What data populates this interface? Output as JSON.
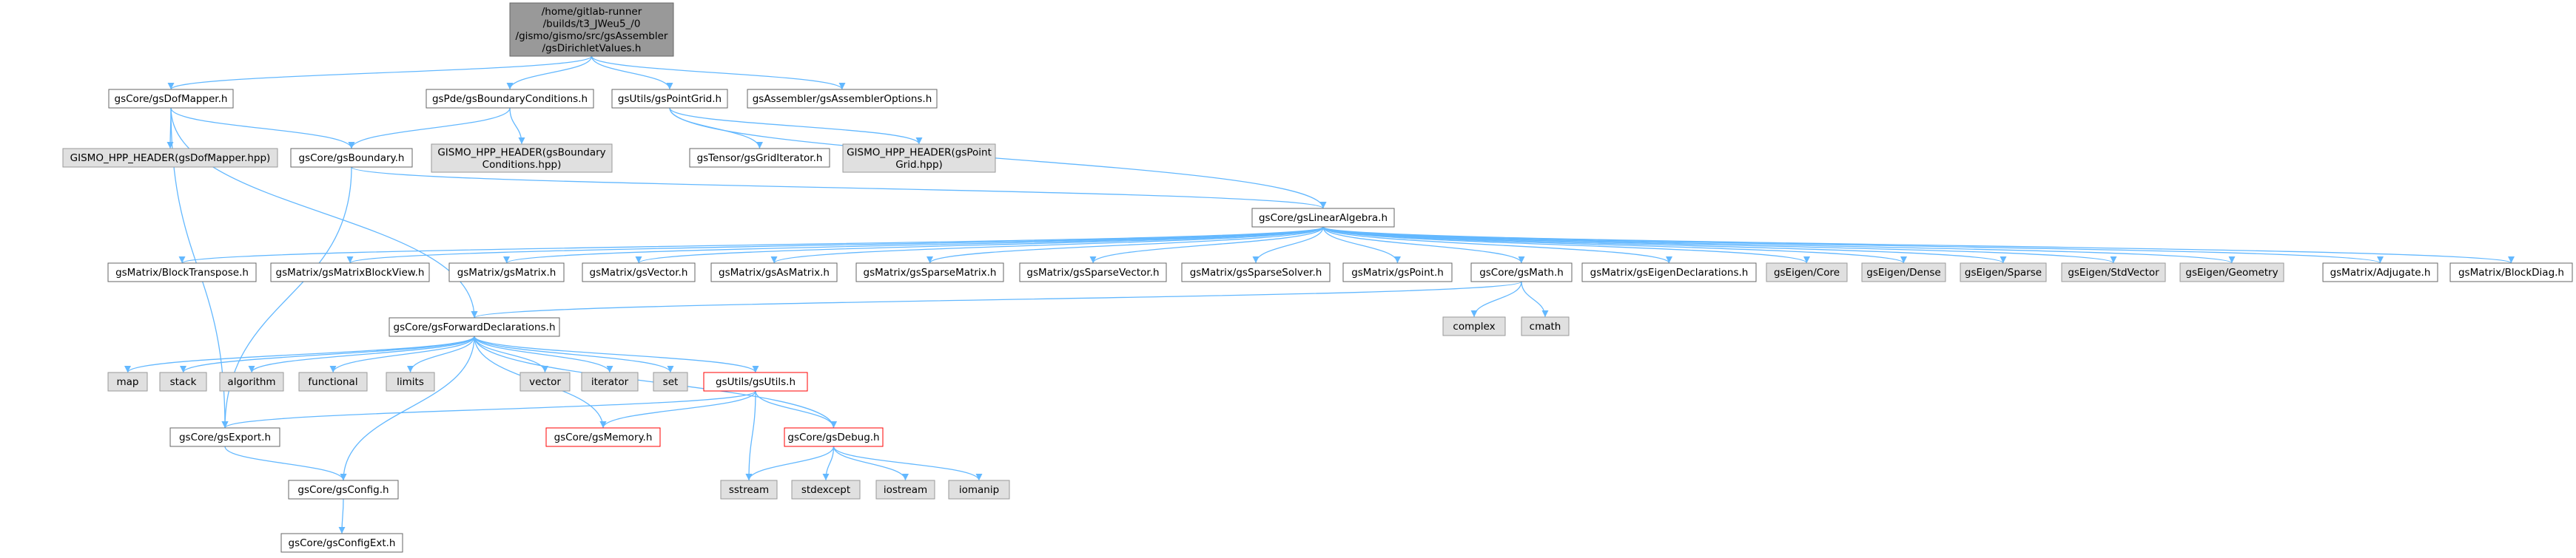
{
  "colors": {
    "edge": "#63b8ff",
    "box_border": "#666666",
    "root_fill": "#999999",
    "root_border": "#666666",
    "external_fill": "#e0e0e0",
    "external_border": "#999999",
    "red_border": "#ff0000",
    "normal_fill": "#ffffff"
  },
  "nodes": [
    {
      "id": "root",
      "lines": [
        "/home/gitlab-runner",
        "/builds/t3_JWeu5_/0",
        "/gismo/gismo/src/gsAssembler",
        "/gsDirichletValues.h"
      ],
      "style": "root"
    },
    {
      "id": "dofmapper",
      "lines": [
        "gsCore/gsDofMapper.h"
      ],
      "style": "normal"
    },
    {
      "id": "pdebc",
      "lines": [
        "gsPde/gsBoundaryConditions.h"
      ],
      "style": "normal"
    },
    {
      "id": "pointgrid",
      "lines": [
        "gsUtils/gsPointGrid.h"
      ],
      "style": "normal"
    },
    {
      "id": "asmopts",
      "lines": [
        "gsAssembler/gsAssemblerOptions.h"
      ],
      "style": "normal"
    },
    {
      "id": "hppdofmapper",
      "lines": [
        "GISMO_HPP_HEADER(gsDofMapper.hpp)"
      ],
      "style": "external"
    },
    {
      "id": "boundary",
      "lines": [
        "gsCore/gsBoundary.h"
      ],
      "style": "normal"
    },
    {
      "id": "hppbc",
      "lines": [
        "GISMO_HPP_HEADER(gsBoundary",
        "Conditions.hpp)"
      ],
      "style": "external"
    },
    {
      "id": "griditer",
      "lines": [
        "gsTensor/gsGridIterator.h"
      ],
      "style": "normal"
    },
    {
      "id": "hpppointgrid",
      "lines": [
        "GISMO_HPP_HEADER(gsPoint",
        "Grid.hpp)"
      ],
      "style": "external"
    },
    {
      "id": "linalg",
      "lines": [
        "gsCore/gsLinearAlgebra.h"
      ],
      "style": "normal"
    },
    {
      "id": "blocktranspose",
      "lines": [
        "gsMatrix/BlockTranspose.h"
      ],
      "style": "normal"
    },
    {
      "id": "blockview",
      "lines": [
        "gsMatrix/gsMatrixBlockView.h"
      ],
      "style": "normal"
    },
    {
      "id": "gsmatrix",
      "lines": [
        "gsMatrix/gsMatrix.h"
      ],
      "style": "normal"
    },
    {
      "id": "gsvector",
      "lines": [
        "gsMatrix/gsVector.h"
      ],
      "style": "normal"
    },
    {
      "id": "asmatrix",
      "lines": [
        "gsMatrix/gsAsMatrix.h"
      ],
      "style": "normal"
    },
    {
      "id": "sparsematrix",
      "lines": [
        "gsMatrix/gsSparseMatrix.h"
      ],
      "style": "normal"
    },
    {
      "id": "sparsevector",
      "lines": [
        "gsMatrix/gsSparseVector.h"
      ],
      "style": "normal"
    },
    {
      "id": "sparsesolver",
      "lines": [
        "gsMatrix/gsSparseSolver.h"
      ],
      "style": "normal"
    },
    {
      "id": "gspoint",
      "lines": [
        "gsMatrix/gsPoint.h"
      ],
      "style": "normal"
    },
    {
      "id": "gsmath",
      "lines": [
        "gsCore/gsMath.h"
      ],
      "style": "normal"
    },
    {
      "id": "eigendecl",
      "lines": [
        "gsMatrix/gsEigenDeclarations.h"
      ],
      "style": "normal"
    },
    {
      "id": "eigencore",
      "lines": [
        "gsEigen/Core"
      ],
      "style": "external"
    },
    {
      "id": "eigendense",
      "lines": [
        "gsEigen/Dense"
      ],
      "style": "external"
    },
    {
      "id": "eigensparse",
      "lines": [
        "gsEigen/Sparse"
      ],
      "style": "external"
    },
    {
      "id": "eigenstdvector",
      "lines": [
        "gsEigen/StdVector"
      ],
      "style": "external"
    },
    {
      "id": "eigengeometry",
      "lines": [
        "gsEigen/Geometry"
      ],
      "style": "external"
    },
    {
      "id": "adjugate",
      "lines": [
        "gsMatrix/Adjugate.h"
      ],
      "style": "normal"
    },
    {
      "id": "blockdiag",
      "lines": [
        "gsMatrix/BlockDiag.h"
      ],
      "style": "normal"
    },
    {
      "id": "fwddecl",
      "lines": [
        "gsCore/gsForwardDeclarations.h"
      ],
      "style": "normal"
    },
    {
      "id": "complex",
      "lines": [
        "complex"
      ],
      "style": "external"
    },
    {
      "id": "cmath",
      "lines": [
        "cmath"
      ],
      "style": "external"
    },
    {
      "id": "map",
      "lines": [
        "map"
      ],
      "style": "external"
    },
    {
      "id": "stack",
      "lines": [
        "stack"
      ],
      "style": "external"
    },
    {
      "id": "algorithm",
      "lines": [
        "algorithm"
      ],
      "style": "external"
    },
    {
      "id": "functional",
      "lines": [
        "functional"
      ],
      "style": "external"
    },
    {
      "id": "limits",
      "lines": [
        "limits"
      ],
      "style": "external"
    },
    {
      "id": "vector",
      "lines": [
        "vector"
      ],
      "style": "external"
    },
    {
      "id": "iterator",
      "lines": [
        "iterator"
      ],
      "style": "external"
    },
    {
      "id": "set",
      "lines": [
        "set"
      ],
      "style": "external"
    },
    {
      "id": "utils",
      "lines": [
        "gsUtils/gsUtils.h"
      ],
      "style": "red"
    },
    {
      "id": "export",
      "lines": [
        "gsCore/gsExport.h"
      ],
      "style": "normal"
    },
    {
      "id": "memory",
      "lines": [
        "gsCore/gsMemory.h"
      ],
      "style": "red"
    },
    {
      "id": "debug",
      "lines": [
        "gsCore/gsDebug.h"
      ],
      "style": "red"
    },
    {
      "id": "config",
      "lines": [
        "gsCore/gsConfig.h"
      ],
      "style": "normal"
    },
    {
      "id": "sstream",
      "lines": [
        "sstream"
      ],
      "style": "external"
    },
    {
      "id": "stdexcept",
      "lines": [
        "stdexcept"
      ],
      "style": "external"
    },
    {
      "id": "iostream",
      "lines": [
        "iostream"
      ],
      "style": "external"
    },
    {
      "id": "iomanip",
      "lines": [
        "iomanip"
      ],
      "style": "external"
    },
    {
      "id": "configext",
      "lines": [
        "gsCore/gsConfigExt.h"
      ],
      "style": "normal"
    }
  ],
  "edges": [
    [
      "root",
      "dofmapper"
    ],
    [
      "root",
      "pdebc"
    ],
    [
      "root",
      "pointgrid"
    ],
    [
      "root",
      "asmopts"
    ],
    [
      "dofmapper",
      "hppdofmapper"
    ],
    [
      "dofmapper",
      "boundary"
    ],
    [
      "dofmapper",
      "fwddecl"
    ],
    [
      "dofmapper",
      "export"
    ],
    [
      "pdebc",
      "boundary"
    ],
    [
      "pdebc",
      "hppbc"
    ],
    [
      "pointgrid",
      "griditer"
    ],
    [
      "pointgrid",
      "hpppointgrid"
    ],
    [
      "pointgrid",
      "linalg"
    ],
    [
      "boundary",
      "linalg"
    ],
    [
      "boundary",
      "export"
    ],
    [
      "linalg",
      "blocktranspose"
    ],
    [
      "linalg",
      "blockview"
    ],
    [
      "linalg",
      "gsmatrix"
    ],
    [
      "linalg",
      "gsvector"
    ],
    [
      "linalg",
      "asmatrix"
    ],
    [
      "linalg",
      "sparsematrix"
    ],
    [
      "linalg",
      "sparsevector"
    ],
    [
      "linalg",
      "sparsesolver"
    ],
    [
      "linalg",
      "gspoint"
    ],
    [
      "linalg",
      "gsmath"
    ],
    [
      "linalg",
      "eigendecl"
    ],
    [
      "linalg",
      "eigencore"
    ],
    [
      "linalg",
      "eigendense"
    ],
    [
      "linalg",
      "eigensparse"
    ],
    [
      "linalg",
      "eigenstdvector"
    ],
    [
      "linalg",
      "eigengeometry"
    ],
    [
      "linalg",
      "adjugate"
    ],
    [
      "linalg",
      "blockdiag"
    ],
    [
      "gsmath",
      "fwddecl"
    ],
    [
      "gsmath",
      "complex"
    ],
    [
      "gsmath",
      "cmath"
    ],
    [
      "fwddecl",
      "map"
    ],
    [
      "fwddecl",
      "stack"
    ],
    [
      "fwddecl",
      "algorithm"
    ],
    [
      "fwddecl",
      "functional"
    ],
    [
      "fwddecl",
      "limits"
    ],
    [
      "fwddecl",
      "vector"
    ],
    [
      "fwddecl",
      "iterator"
    ],
    [
      "fwddecl",
      "set"
    ],
    [
      "fwddecl",
      "utils"
    ],
    [
      "fwddecl",
      "memory"
    ],
    [
      "fwddecl",
      "debug"
    ],
    [
      "fwddecl",
      "config"
    ],
    [
      "utils",
      "export"
    ],
    [
      "utils",
      "memory"
    ],
    [
      "utils",
      "debug"
    ],
    [
      "utils",
      "sstream"
    ],
    [
      "debug",
      "sstream"
    ],
    [
      "debug",
      "stdexcept"
    ],
    [
      "debug",
      "iostream"
    ],
    [
      "debug",
      "iomanip"
    ],
    [
      "export",
      "config"
    ],
    [
      "config",
      "configext"
    ]
  ]
}
